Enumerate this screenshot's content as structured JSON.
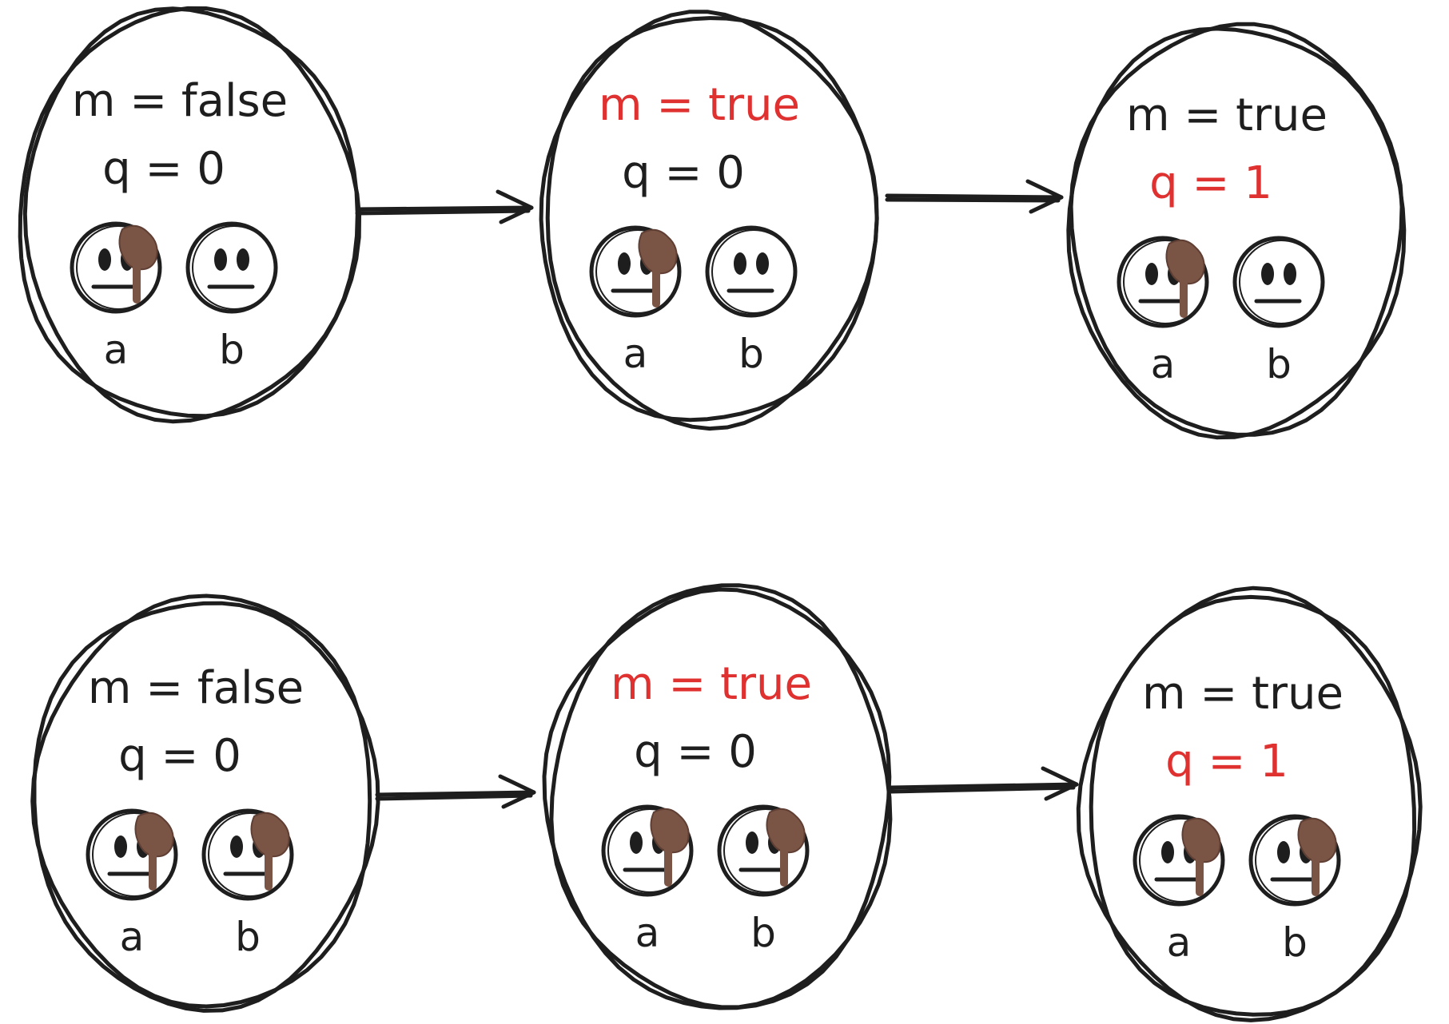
{
  "colors": {
    "ink": "#1e1e1e",
    "highlight": "#e03131",
    "mud": "#7a5444"
  },
  "rows": [
    {
      "states": [
        {
          "m_text": "m = false",
          "q_text": "q = 0",
          "m_changed": false,
          "q_changed": false,
          "people": [
            {
              "label": "a",
              "muddy": true
            },
            {
              "label": "b",
              "muddy": false
            }
          ]
        },
        {
          "m_text": "m = true",
          "q_text": "q = 0",
          "m_changed": true,
          "q_changed": false,
          "people": [
            {
              "label": "a",
              "muddy": true
            },
            {
              "label": "b",
              "muddy": false
            }
          ]
        },
        {
          "m_text": "m = true",
          "q_text": "q = 1",
          "m_changed": false,
          "q_changed": true,
          "people": [
            {
              "label": "a",
              "muddy": true
            },
            {
              "label": "b",
              "muddy": false
            }
          ]
        }
      ]
    },
    {
      "states": [
        {
          "m_text": "m = false",
          "q_text": "q = 0",
          "m_changed": false,
          "q_changed": false,
          "people": [
            {
              "label": "a",
              "muddy": true
            },
            {
              "label": "b",
              "muddy": true
            }
          ]
        },
        {
          "m_text": "m = true",
          "q_text": "q = 0",
          "m_changed": true,
          "q_changed": false,
          "people": [
            {
              "label": "a",
              "muddy": true
            },
            {
              "label": "b",
              "muddy": true
            }
          ]
        },
        {
          "m_text": "m = true",
          "q_text": "q = 1",
          "m_changed": false,
          "q_changed": true,
          "people": [
            {
              "label": "a",
              "muddy": true
            },
            {
              "label": "b",
              "muddy": true
            }
          ]
        }
      ]
    }
  ],
  "icons": {
    "state": "circle-state-icon",
    "face": "face-icon",
    "mud": "mud-splat-icon",
    "arrow": "arrow-right-icon"
  }
}
